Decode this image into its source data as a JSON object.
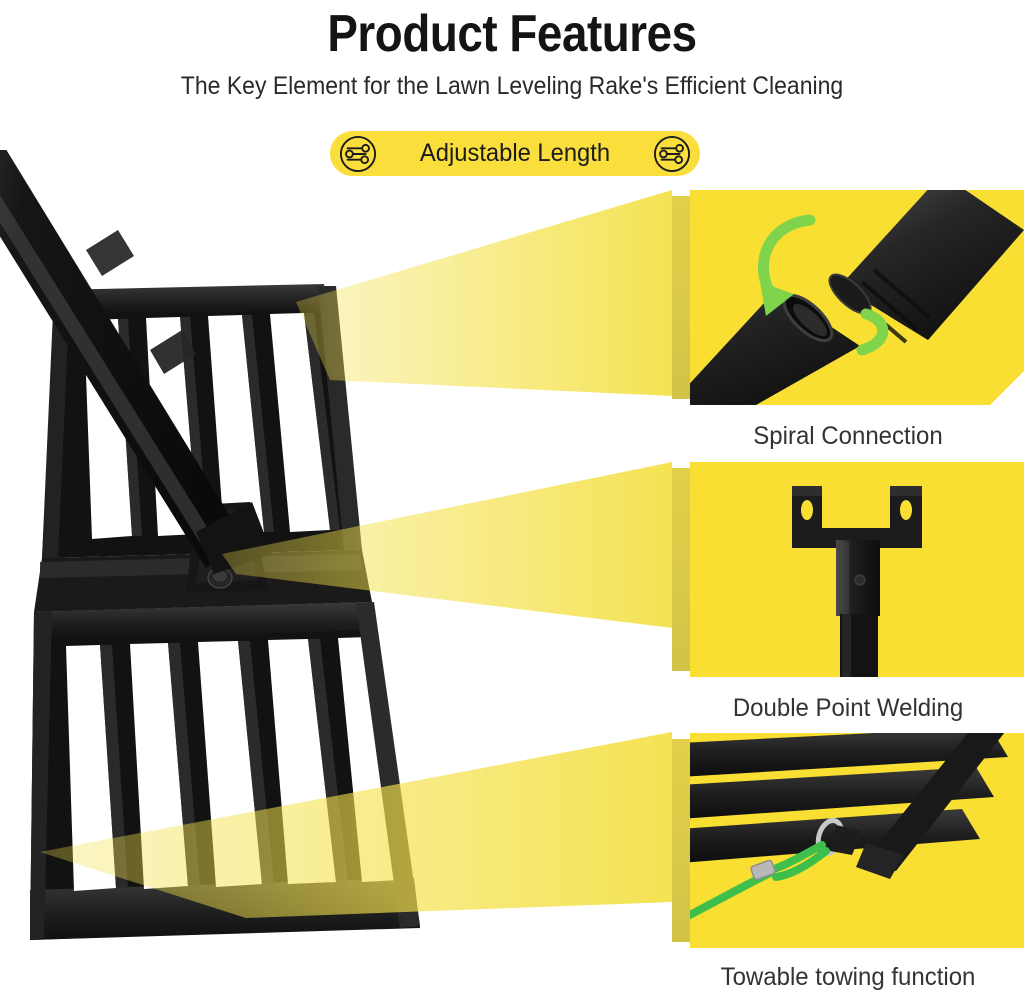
{
  "header": {
    "title": "Product Features",
    "subtitle": "The Key Element for the Lawn Leveling Rake's Efficient Cleaning"
  },
  "badge": {
    "label": "Adjustable Length",
    "left_icon": "sliders-icon",
    "right_icon": "sliders-icon",
    "background_color": "#FADF3C",
    "text_color": "#1b1b1b"
  },
  "product": {
    "name": "lawn-leveling-rake",
    "description": "Black powder-coated steel lawn leveling rake with slatted grid frame and telescoping handle pole",
    "frame_color": "#1c1c1c",
    "pole_color": "#151515"
  },
  "beams": {
    "color": "#F4E14A",
    "count": 3,
    "description": "Translucent yellow spotlight cones linking the product to each callout panel"
  },
  "callouts": [
    {
      "id": "spiral-connection",
      "caption": "Spiral Connection",
      "panel_color": "#F8DF32",
      "bevel_color": "#D9C948",
      "accent_color": "#7FD44C",
      "image_alt": "Two pole sections being screwed together with green rotation arrows"
    },
    {
      "id": "double-point-welding",
      "caption": "Double Point Welding",
      "panel_color": "#F8DF32",
      "bevel_color": "#D9C948",
      "accent_color": "#2b2b2b",
      "image_alt": "Y-shaped double welded bracket on top of the handle pole"
    },
    {
      "id": "towable-towing-function",
      "caption": "Towable towing function",
      "panel_color": "#F8DF32",
      "bevel_color": "#D9C948",
      "accent_color": "#3EBE4A",
      "image_alt": "Green tow rope with steel carabiner clipped to the rake frame corner"
    }
  ],
  "colors": {
    "yellow": "#F8DF32",
    "badge_yellow": "#FADF3C",
    "olive_bevel": "#D9C948",
    "beam_yellow": "#F4E14A",
    "green_arrow": "#7FD44C",
    "rope_green": "#3EBE4A",
    "metal_black": "#1c1c1c",
    "caption_gray": "#333333",
    "background": "#FFFFFF"
  }
}
